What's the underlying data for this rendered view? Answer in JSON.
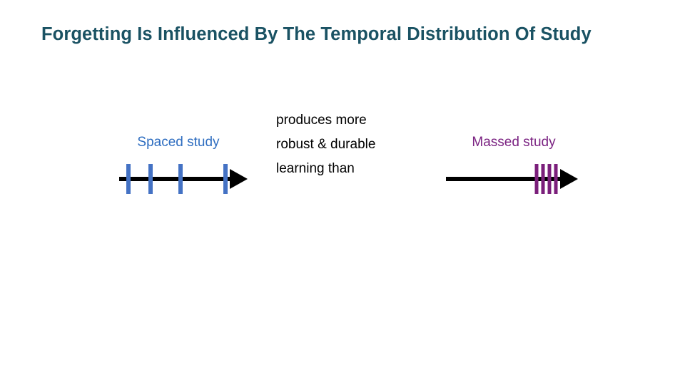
{
  "slide": {
    "title": "Forgetting Is Influenced By The Temporal Distribution Of Study",
    "background_color": "#ffffff",
    "title_color": "#1a5263"
  },
  "spaced": {
    "label": "Spaced study",
    "label_color": "#2e6dc0",
    "tick_color": "#4472c4",
    "axis_color": "#000000",
    "tick_count": 4,
    "tick_positions": [
      30,
      61,
      103,
      166
    ],
    "axis_start": 17,
    "axis_end": 172,
    "arrow_tip": 197
  },
  "center": {
    "lines": [
      "produces more",
      "robust & durable",
      "learning than"
    ],
    "text_color": "#000000"
  },
  "massed": {
    "label": "Massed study",
    "label_color": "#7b2382",
    "tick_color": "#7b1f7b",
    "axis_color": "#000000",
    "tick_count": 4,
    "tick_positions": [
      144,
      153,
      162,
      171
    ],
    "axis_start": 17,
    "axis_end": 177,
    "arrow_tip": 202
  }
}
